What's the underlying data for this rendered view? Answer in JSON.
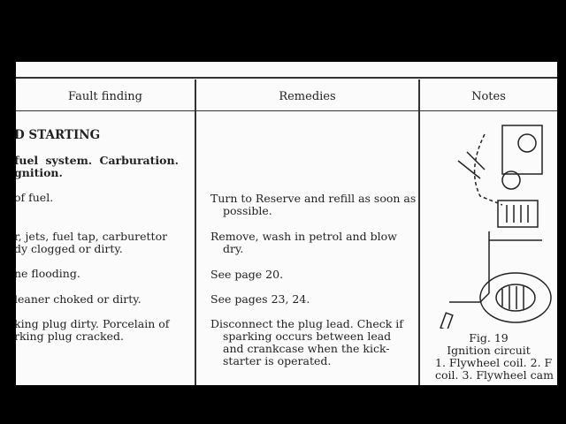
{
  "headers": {
    "fault": "Fault finding",
    "remedies": "Remedies",
    "notes": "Notes"
  },
  "section": {
    "title": "D  STARTING",
    "subtitle_1": "fuel   system.   Carburation.",
    "subtitle_2": "gnition."
  },
  "faults": [
    "of fuel.",
    "r,  jets,  fuel  tap,  carburettor",
    "dy clogged or dirty.",
    "ne flooding.",
    "leaner choked or dirty.",
    "king plug dirty. Porcelain of",
    "rking plug cracked."
  ],
  "remedies": [
    "Turn to Reserve and refill as soon as",
    "possible.",
    "Remove, wash in petrol and blow",
    "dry.",
    "See page 20.",
    "See pages 23, 24.",
    "Disconnect the plug lead. Check if",
    "sparking  occurs  between  lead",
    "and  crankcase  when  the  kick-",
    "starter is operated."
  ],
  "figure": {
    "number": "Fig. 19",
    "title": "Ignition circuit",
    "caption_1": "1. Flywheel coil. 2. F",
    "caption_2": "coil. 3. Flywheel cam"
  }
}
